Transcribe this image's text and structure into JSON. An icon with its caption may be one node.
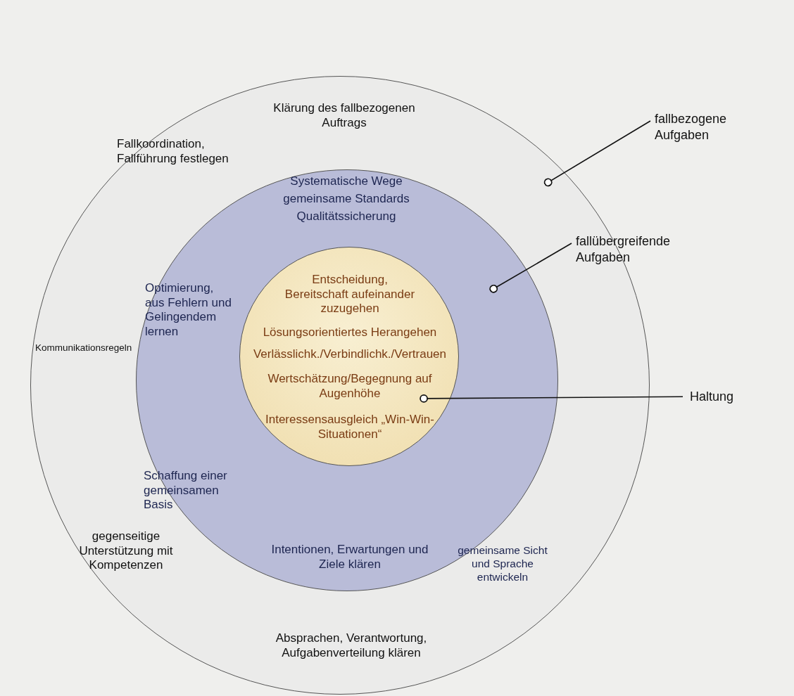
{
  "diagram": {
    "nodes": [
      {
        "text": [
          "Klärung des fallbezogenen Auftrags",
          "Fallkoordination, Fallführung festlegen",
          "Kommunikationsregeln",
          "gegenseitige Unterstützung mit Kompetenzen",
          "Absprachen, Verantwortung, Aufgabenverteilung klären"
        ]
      },
      {
        "text": [
          "Systematische Wege",
          "gemeinsame Standards",
          "Qualitätssicherung",
          "Optimierung, aus Fehlern und Gelingendem lernen",
          "Schaffung einer gemeinsamen Basis",
          "Intentionen, Erwartungen und Ziele klären",
          "gemeinsame Sicht und Sprache entwickeln"
        ],
        "in": 0
      },
      {
        "text": [
          "Entscheidung, Bereitschaft aufeinander zuzugehen",
          "Lösungsorientiertes Herangehen",
          "Verlässlichk./Verbindlichk./Vertrauen",
          "Wertschätzung/Begegnung auf Augenhöhe",
          "Interessensausgleich „Win-Win-Situationen“"
        ],
        "in": 1
      },
      {
        "text": [
          "fallbezogene Aufgaben"
        ]
      },
      {
        "text": [
          "fallübergreifende Aufgaben"
        ]
      },
      {
        "text": [
          "Haltung"
        ]
      }
    ],
    "edges": [
      {
        "from": 3,
        "to": 0,
        "arrow": "other"
      },
      {
        "from": 4,
        "to": 1,
        "arrow": "other"
      },
      {
        "from": 5,
        "to": 2,
        "arrow": "other"
      }
    ]
  }
}
